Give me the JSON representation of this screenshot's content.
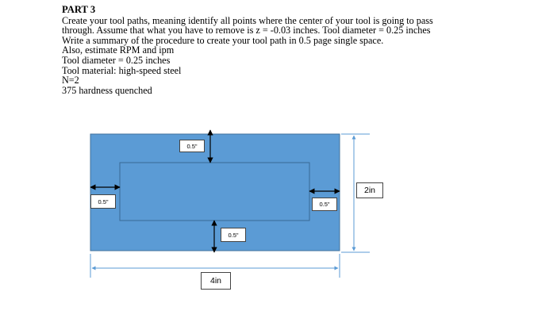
{
  "problem": {
    "heading": "PART 3",
    "lines": [
      "Create your tool paths, meaning identify all points where the center of your tool is going to pass",
      "through. Assume that what you have to remove is z = -0.03 inches. Tool diameter = 0.25 inches",
      "Write a summary of the procedure to create your tool path in 0.5 page single space.",
      "Also, estimate RPM and ipm",
      "Tool diameter = 0.25 inches",
      "Tool material: high-speed steel",
      "N=2",
      "375 hardness quenched"
    ]
  },
  "diagram": {
    "labels": {
      "top_margin": "0.5\"",
      "bottom_margin": "0.5\"",
      "left_margin": "0.5\"",
      "right_margin": "0.5\"",
      "height": "2in",
      "width": "4in"
    },
    "colors": {
      "plate_fill": "#5b9bd5",
      "plate_stroke": "#41719c",
      "inner_stroke": "#3a6a95",
      "dimension_line": "#5b9bd5",
      "arrow": "#000000"
    }
  }
}
